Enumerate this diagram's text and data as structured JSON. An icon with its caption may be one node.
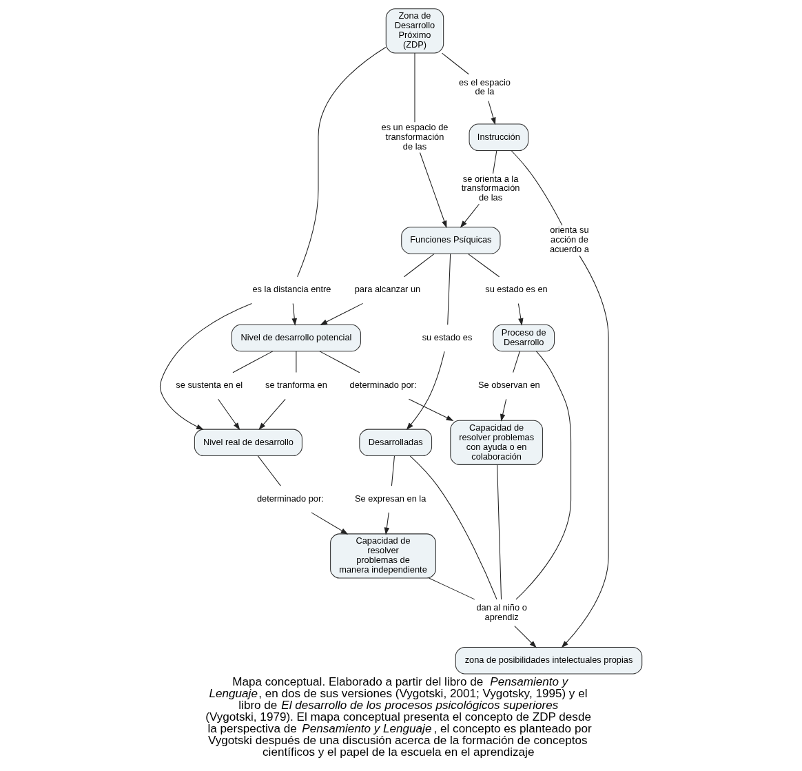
{
  "diagram": {
    "caption": "Mapa conceptual. Elaborado a partir del libro de *Pensamiento y Lenguaje*, en dos de sus versiones (Vygotski, 2001; Vygotsky, 1995) y el libro de *El desarrollo de los procesos psicológicos superiores* (Vygotski, 1979). El mapa conceptual presenta el concepto de ZDP desde la perspectiva de *Pensamiento y Lenguaje*, el concepto es planteado por Vygotski después de una discusión acerca de la formación de conceptos científicos y el papel de la escuela en el aprendizaje",
    "nodes": [
      {
        "text": [
          "Zona de Desarrollo Próximo (ZDP)"
        ]
      },
      {
        "text": [
          "es un espacio de transformación de las"
        ]
      },
      {
        "text": [
          "es la distancia entre"
        ]
      },
      {
        "text": [
          "es el espacio de la"
        ]
      },
      {
        "text": [
          "Nivel real de desarrollo"
        ]
      },
      {
        "text": [
          "se tranforma en"
        ]
      },
      {
        "text": [
          "Nivel de desarrollo potencial"
        ]
      },
      {
        "text": [
          "Instrucción"
        ]
      },
      {
        "text": [
          "se sustenta en el"
        ]
      },
      {
        "text": [
          "para alcanzar un"
        ]
      },
      {
        "text": [
          "se orienta a la transformación de las"
        ]
      },
      {
        "text": [
          "Funciones Psíquicas"
        ]
      },
      {
        "text": [
          "determinado por:"
        ]
      },
      {
        "text": [
          "determinado por:"
        ]
      },
      {
        "text": [
          "Capacidad de resolver problemas de manera independiente"
        ]
      },
      {
        "text": [
          "su estado es"
        ]
      },
      {
        "text": [
          "su estado es en"
        ]
      },
      {
        "text": [
          "Capacidad de resolver problemas con ayuda o en colaboración"
        ]
      },
      {
        "text": [
          "Desarrolladas"
        ]
      },
      {
        "text": [
          "Proceso de Desarrollo"
        ]
      },
      {
        "text": [
          "Se expresan en la"
        ]
      },
      {
        "text": [
          "Se observan en"
        ]
      },
      {
        "text": [
          "orienta su acción de acuerdo a"
        ]
      },
      {
        "text": [
          "dan al niño o aprendiz"
        ]
      },
      {
        "text": [
          "zona de posibilidades intelectuales propias"
        ]
      }
    ],
    "edges": [
      {
        "from": 0,
        "to": 1,
        "arrow": "none"
      },
      {
        "from": 1,
        "to": 11,
        "arrow": "to"
      },
      {
        "from": 0,
        "to": 2,
        "arrow": "none"
      },
      {
        "from": 2,
        "to": 4,
        "arrow": "to"
      },
      {
        "from": 2,
        "to": 6,
        "arrow": "to"
      },
      {
        "from": 0,
        "to": 3,
        "arrow": "none"
      },
      {
        "from": 3,
        "to": 7,
        "arrow": "to"
      },
      {
        "from": 6,
        "to": 5,
        "arrow": "none"
      },
      {
        "from": 5,
        "to": 4,
        "arrow": "to"
      },
      {
        "from": 6,
        "to": 8,
        "arrow": "none"
      },
      {
        "from": 8,
        "to": 4,
        "arrow": "to"
      },
      {
        "from": 11,
        "to": 9,
        "arrow": "none"
      },
      {
        "from": 9,
        "to": 6,
        "arrow": "to"
      },
      {
        "from": 7,
        "to": 10,
        "arrow": "none"
      },
      {
        "from": 10,
        "to": 11,
        "arrow": "to"
      },
      {
        "from": 4,
        "to": 12,
        "arrow": "none"
      },
      {
        "from": 12,
        "to": 14,
        "arrow": "to"
      },
      {
        "from": 6,
        "to": 13,
        "arrow": "none"
      },
      {
        "from": 13,
        "to": 17,
        "arrow": "to"
      },
      {
        "from": 11,
        "to": 15,
        "arrow": "none"
      },
      {
        "from": 15,
        "to": 18,
        "arrow": "to"
      },
      {
        "from": 11,
        "to": 16,
        "arrow": "none"
      },
      {
        "from": 16,
        "to": 19,
        "arrow": "to"
      },
      {
        "from": 18,
        "to": 20,
        "arrow": "none"
      },
      {
        "from": 20,
        "to": 14,
        "arrow": "to"
      },
      {
        "from": 19,
        "to": 21,
        "arrow": "none"
      },
      {
        "from": 21,
        "to": 17,
        "arrow": "to"
      },
      {
        "from": 7,
        "to": 22,
        "arrow": "none"
      },
      {
        "from": 22,
        "to": 24,
        "arrow": "to"
      },
      {
        "from": 14,
        "to": 23,
        "arrow": "none"
      },
      {
        "from": 18,
        "to": 23,
        "arrow": "none"
      },
      {
        "from": 19,
        "to": 23,
        "arrow": "none"
      },
      {
        "from": 17,
        "to": 23,
        "arrow": "none"
      },
      {
        "from": 23,
        "to": 24,
        "arrow": "to"
      }
    ]
  }
}
